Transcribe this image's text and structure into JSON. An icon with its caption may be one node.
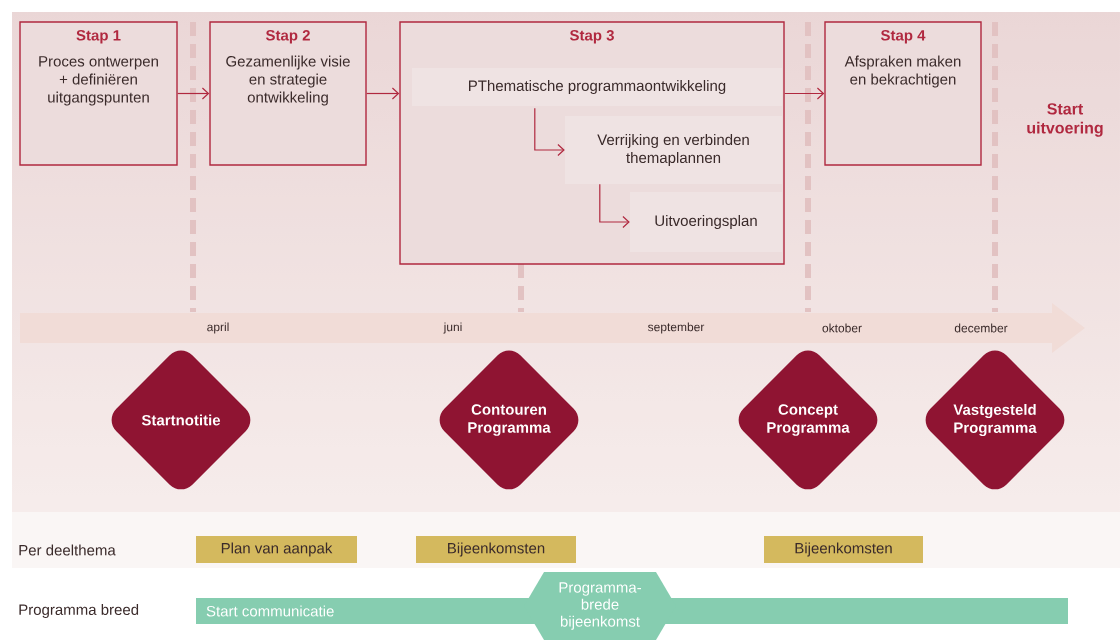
{
  "diagram": {
    "nodes": [
      {
        "text": [
          "Stap 1",
          "Proces ontwerpen + definiëren uitgangspunten"
        ]
      },
      {
        "text": [
          "Stap 2",
          "Gezamenlijke visie en strategie ontwikkeling"
        ]
      },
      {
        "text": [
          "Stap 3"
        ]
      },
      {
        "text": [
          "PThematische programmaontwikkeling"
        ],
        "in": 2
      },
      {
        "text": [
          "Verrijking en verbinden themaplannen"
        ],
        "in": 2
      },
      {
        "text": [
          "Uitvoeringsplan"
        ],
        "in": 2
      },
      {
        "text": [
          "Stap 4",
          "Afspraken maken en bekrachtigen"
        ]
      },
      {
        "text": [
          "Startnotitie"
        ]
      },
      {
        "text": [
          "Contouren Programma"
        ]
      },
      {
        "text": [
          "Concept Programma"
        ]
      },
      {
        "text": [
          "Vastgesteld Programma"
        ]
      },
      {
        "text": [
          "Plan van aanpak"
        ]
      },
      {
        "text": [
          "Bijeenkomsten"
        ]
      },
      {
        "text": [
          "Bijeenkomsten"
        ]
      },
      {
        "text": [
          "Start communicatie"
        ]
      },
      {
        "text": [
          "Programma-brede bijeenkomst"
        ]
      }
    ],
    "edges": [
      {
        "from": 0,
        "to": 1,
        "arrow": "to"
      },
      {
        "from": 1,
        "to": 2,
        "arrow": "to"
      },
      {
        "from": 2,
        "to": 6,
        "arrow": "to"
      },
      {
        "from": 3,
        "to": 4,
        "arrow": "to"
      },
      {
        "from": 4,
        "to": 5,
        "arrow": "to"
      }
    ],
    "labels": [
      "Start uitvoering",
      "april",
      "juni",
      "september",
      "oktober",
      "december",
      "Per deelthema",
      "Programma breed"
    ]
  }
}
